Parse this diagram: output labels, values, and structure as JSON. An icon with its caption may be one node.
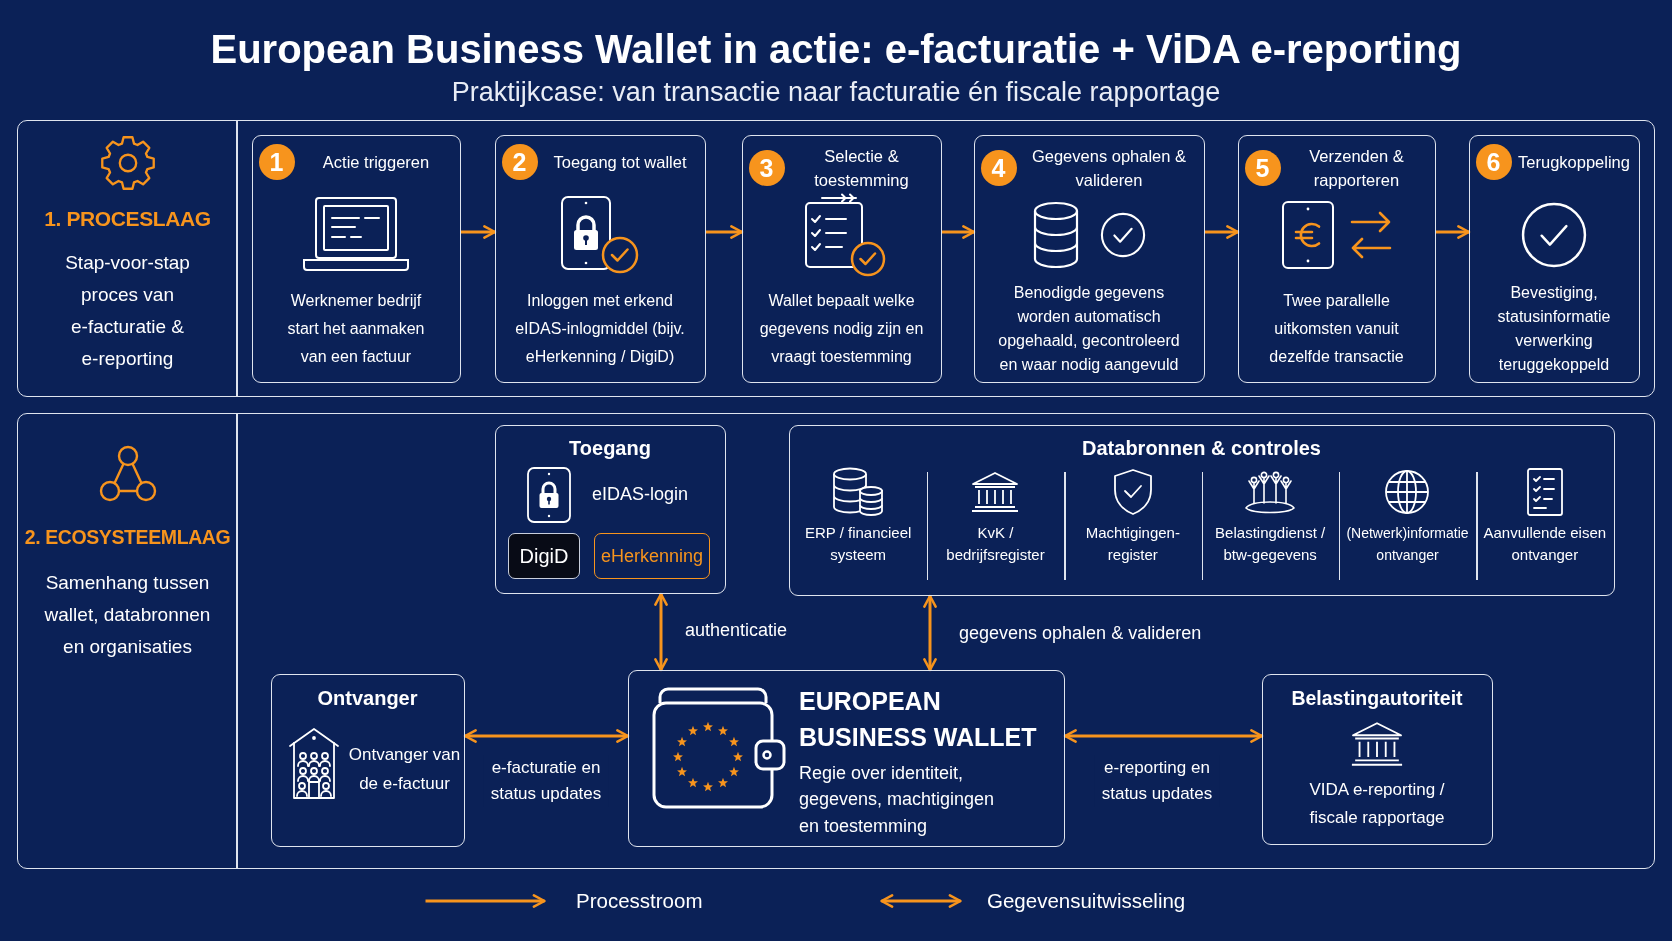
{
  "diagram": {
    "title": "European Business Wallet in actie: e-facturatie + ViDA e-reporting",
    "nodes": [
      {
        "text": [
          "1. PROCESLAAG",
          "Stap-voor-stap proces van e-facturatie & e-reporting"
        ]
      },
      {
        "text": [
          "1",
          "Actie triggeren",
          "Werknemer bedrijf start het aanmaken van een factuur"
        ],
        "in": 0
      },
      {
        "text": [
          "2",
          "Toegang tot wallet",
          "Inloggen met erkend eIDAS-inlogmiddel (bijv. eHerkenning / DigiD)"
        ],
        "in": 0
      },
      {
        "text": [
          "3",
          "Selectie & toestemming",
          "Wallet bepaalt welke gegevens nodig zijn en vraagt toestemming"
        ],
        "in": 0
      },
      {
        "text": [
          "4",
          "Gegevens ophalen & valideren",
          "Benodigde gegevens worden automatisch opgehaald, gecontroleerd en waar nodig aangevuld"
        ],
        "in": 0
      },
      {
        "text": [
          "5",
          "Verzenden & rapporteren",
          "Twee parallelle uitkomsten vanuit dezelfde transactie"
        ],
        "in": 0
      },
      {
        "text": [
          "6",
          "Terugkoppeling",
          "Bevestiging, statusinformatie verwerking teruggekoppeld"
        ],
        "in": 0
      },
      {
        "text": [
          "2. ECOSYSTEEMLAAG",
          "Samenhang tussen wallet, databronnen en organisaties"
        ]
      },
      {
        "text": [
          "Toegang",
          "eIDAS-login"
        ],
        "in": 7
      },
      {
        "text": [
          "DigiD"
        ],
        "in": 8
      },
      {
        "text": [
          "eHerkenning"
        ],
        "in": 8
      },
      {
        "text": [
          "Databronnen & controles",
          "ERP / financieel systeem",
          "KvK / bedrijfsregister",
          "Machtigingen- register",
          "Belastingdienst / btw-gegevens",
          "(Netwerk)informatie ontvanger",
          "Aanvullende eisen ontvanger"
        ],
        "in": 7
      },
      {
        "text": [
          "Ontvanger",
          "Ontvanger van de e-factuur"
        ],
        "in": 7
      },
      {
        "text": [
          "EUROPEAN BUSINESS WALLET",
          "Regie over identiteit, gegevens, machtigingen en toestemming"
        ],
        "in": 7
      },
      {
        "text": [
          "Belastingautoriteit",
          "VIDA e-reporting / fiscale rapportage"
        ],
        "in": 7
      }
    ],
    "edges": [
      {
        "from": 1,
        "to": 2,
        "arrow": "to"
      },
      {
        "from": 2,
        "to": 3,
        "arrow": "to"
      },
      {
        "from": 3,
        "to": 4,
        "arrow": "to"
      },
      {
        "from": 4,
        "to": 5,
        "arrow": "to"
      },
      {
        "from": 5,
        "to": 6,
        "arrow": "to"
      },
      {
        "from": 8,
        "to": 13,
        "arrow": "both",
        "label": "authenticatie"
      },
      {
        "from": 11,
        "to": 13,
        "arrow": "both",
        "label": "gegevens ophalen & valideren"
      },
      {
        "from": 12,
        "to": 13,
        "arrow": "both",
        "label": "e-facturatie en status updates"
      },
      {
        "from": 13,
        "to": 14,
        "arrow": "both",
        "label": "e-reporting en status updates"
      }
    ],
    "labels": [
      "Praktijkcase: van transactie naar facturatie én fiscale rapportage"
    ],
    "legend": [
      {
        "text": "Processtroom"
      },
      {
        "text": "Gegevensuitwisseling"
      }
    ]
  }
}
